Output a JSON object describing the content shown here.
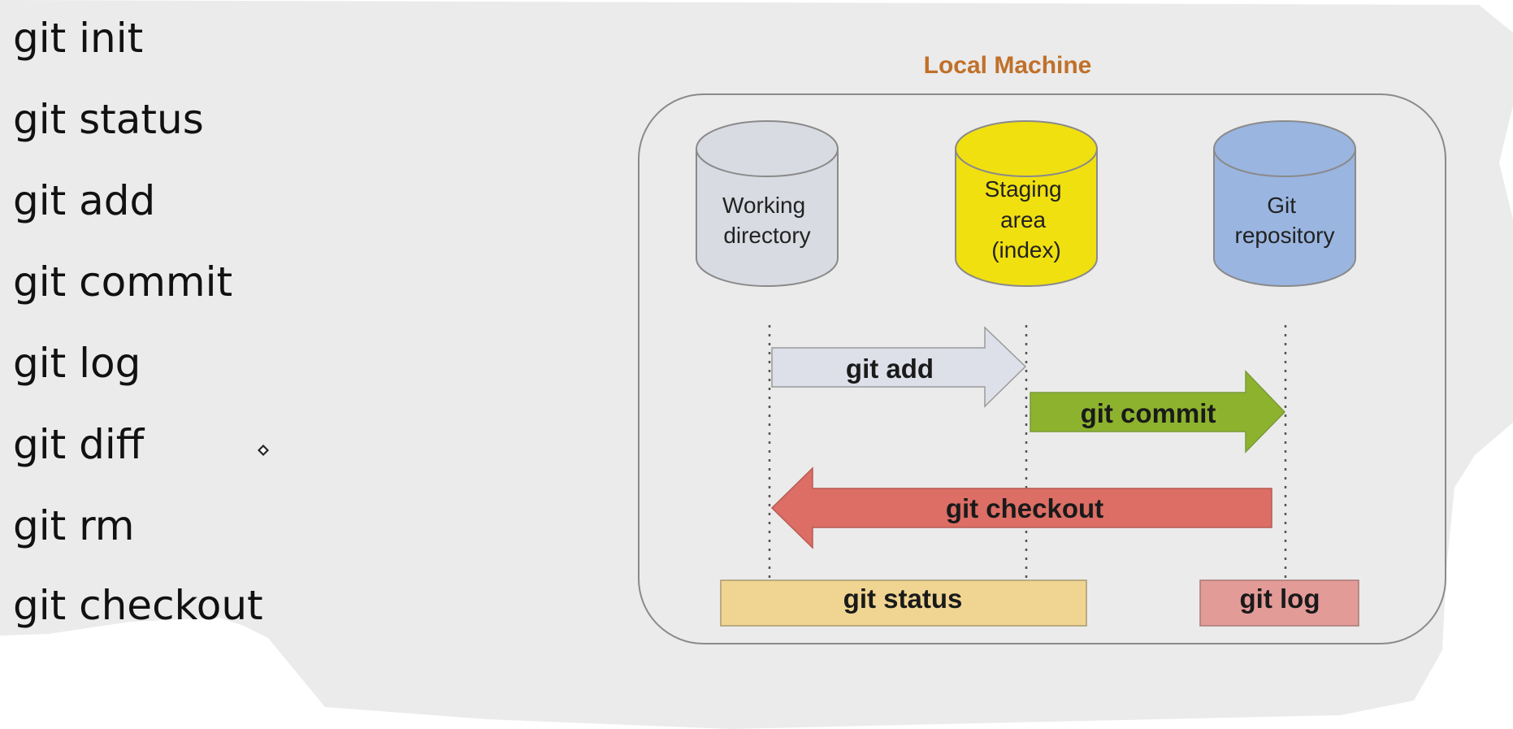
{
  "commands": [
    "git init",
    "git status",
    "git add",
    "git commit",
    "git log",
    "git diff",
    "git rm",
    "git checkout"
  ],
  "diagram": {
    "title": "Local Machine",
    "stores": {
      "working": [
        "Working",
        "directory"
      ],
      "staging": [
        "Staging",
        "area",
        "(index)"
      ],
      "repo": [
        "Git",
        "repository"
      ]
    },
    "arrows": {
      "add": "git add",
      "commit": "git commit",
      "checkout": "git checkout"
    },
    "bars": {
      "status": "git status",
      "log": "git log"
    }
  },
  "colors": {
    "slide_bg": "#ebebeb",
    "title": "#c0702a",
    "working_fill": "#d9dbe2",
    "staging_fill": "#f0e010",
    "repo_fill": "#9ab5e0",
    "add_arrow": "#dde0e8",
    "commit_arrow": "#8db32e",
    "checkout_arrow": "#dc6e65",
    "status_bar": "#f0d592",
    "log_bar": "#e39b98"
  }
}
